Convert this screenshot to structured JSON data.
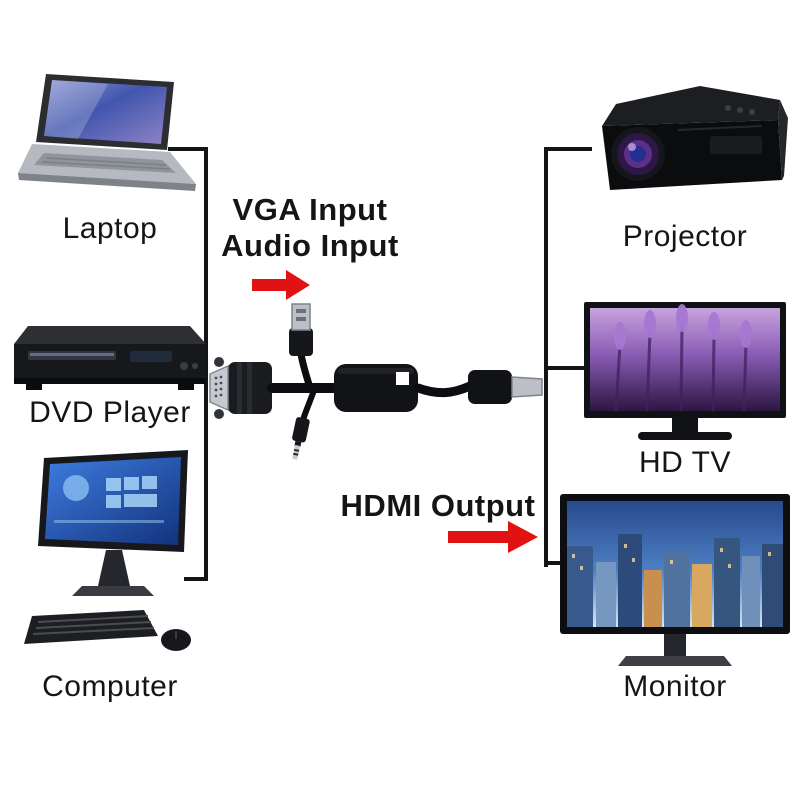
{
  "sources": [
    {
      "label": "Laptop"
    },
    {
      "label": "DVD Player"
    },
    {
      "label": "Computer"
    }
  ],
  "displays": [
    {
      "label": "Projector"
    },
    {
      "label": "HD TV"
    },
    {
      "label": "Monitor"
    }
  ],
  "adapter": {
    "input_label_1": "VGA Input",
    "input_label_2": "Audio Input",
    "output_label": "HDMI Output"
  },
  "colors": {
    "arrow_red": "#e01212",
    "line_black": "#141414",
    "background": "#ffffff"
  }
}
